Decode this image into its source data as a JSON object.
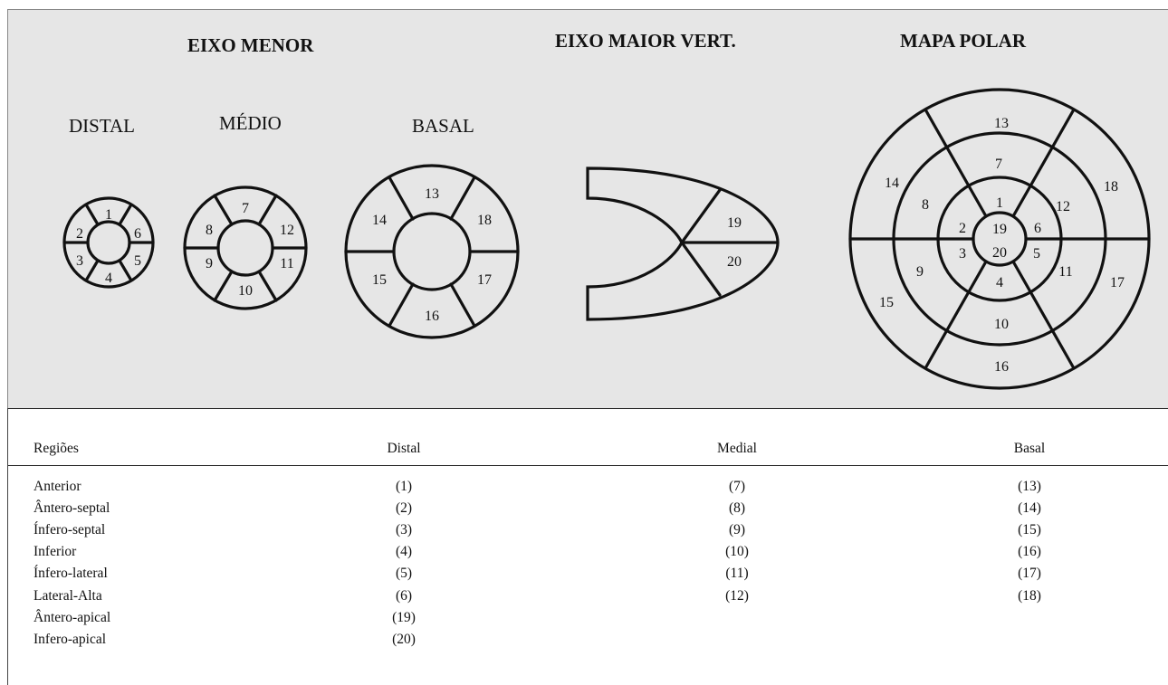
{
  "figure": {
    "headings": {
      "short_axis": "EIXO MENOR",
      "vertical_long_axis": "EIXO MAIOR VERT.",
      "polar_map": "MAPA POLAR"
    },
    "slice_labels": {
      "distal": "DISTAL",
      "medio": "MÉDIO",
      "basal": "BASAL"
    },
    "distal_segments": [
      "1",
      "2",
      "3",
      "4",
      "5",
      "6"
    ],
    "medio_segments": [
      "7",
      "8",
      "9",
      "10",
      "11",
      "12"
    ],
    "basal_segments": [
      "13",
      "14",
      "15",
      "16",
      "17",
      "18"
    ],
    "long_axis_segments": [
      "19",
      "20"
    ],
    "polar_segments": {
      "outer": [
        "13",
        "14",
        "15",
        "16",
        "17",
        "18"
      ],
      "middle": [
        "7",
        "8",
        "9",
        "10",
        "11",
        "12"
      ],
      "inner": [
        "1",
        "2",
        "3",
        "4",
        "5",
        "6"
      ],
      "apex": [
        "19",
        "20"
      ]
    }
  },
  "table": {
    "headers": [
      "Regiões",
      "Distal",
      "Medial",
      "Basal"
    ],
    "rows": [
      [
        "Anterior",
        "(1)",
        "(7)",
        "(13)"
      ],
      [
        "Ântero-septal",
        "(2)",
        "(8)",
        "(14)"
      ],
      [
        "Ínfero-septal",
        "(3)",
        "(9)",
        "(15)"
      ],
      [
        "Inferior",
        "(4)",
        "(10)",
        "(16)"
      ],
      [
        "Ínfero-lateral",
        "(5)",
        "(11)",
        "(17)"
      ],
      [
        "Lateral-Alta",
        "(6)",
        "(12)",
        "(18)"
      ],
      [
        "Ântero-apical",
        "(19)",
        "",
        ""
      ],
      [
        "Infero-apical",
        "(20)",
        "",
        ""
      ]
    ]
  }
}
